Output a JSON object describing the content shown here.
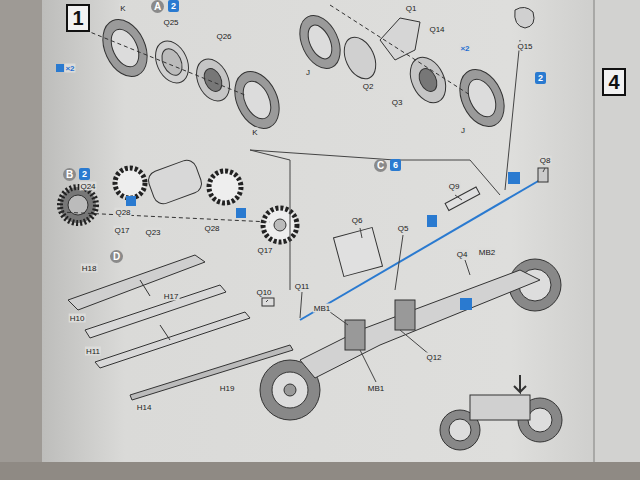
{
  "diagram": {
    "nodes": [
      {
        "text": [
          "1"
        ]
      },
      {
        "text": [
          "A"
        ]
      },
      {
        "text": [
          "2"
        ]
      },
      {
        "text": [
          "4"
        ]
      },
      {
        "text": [
          "2"
        ]
      },
      {
        "text": [
          "B"
        ]
      },
      {
        "text": [
          "2"
        ]
      },
      {
        "text": [
          "C"
        ]
      },
      {
        "text": [
          "6"
        ]
      },
      {
        "text": [
          "D"
        ]
      }
    ],
    "labels": [
      "K",
      "Q25",
      "Q26",
      "×2",
      "K",
      "Q24",
      "Q28",
      "Q17",
      "Q23",
      "Q28",
      "Q17",
      "H18",
      "H17",
      "H10",
      "H11",
      "H14",
      "H19",
      "Q1",
      "Q14",
      "J",
      "Q2",
      "Q3",
      "×2",
      "J",
      "Q15",
      "Q8",
      "Q9",
      "Q6",
      "Q5",
      "Q4",
      "MB2",
      "Q10",
      "Q11",
      "MB1",
      "MB1",
      "Q12"
    ]
  }
}
